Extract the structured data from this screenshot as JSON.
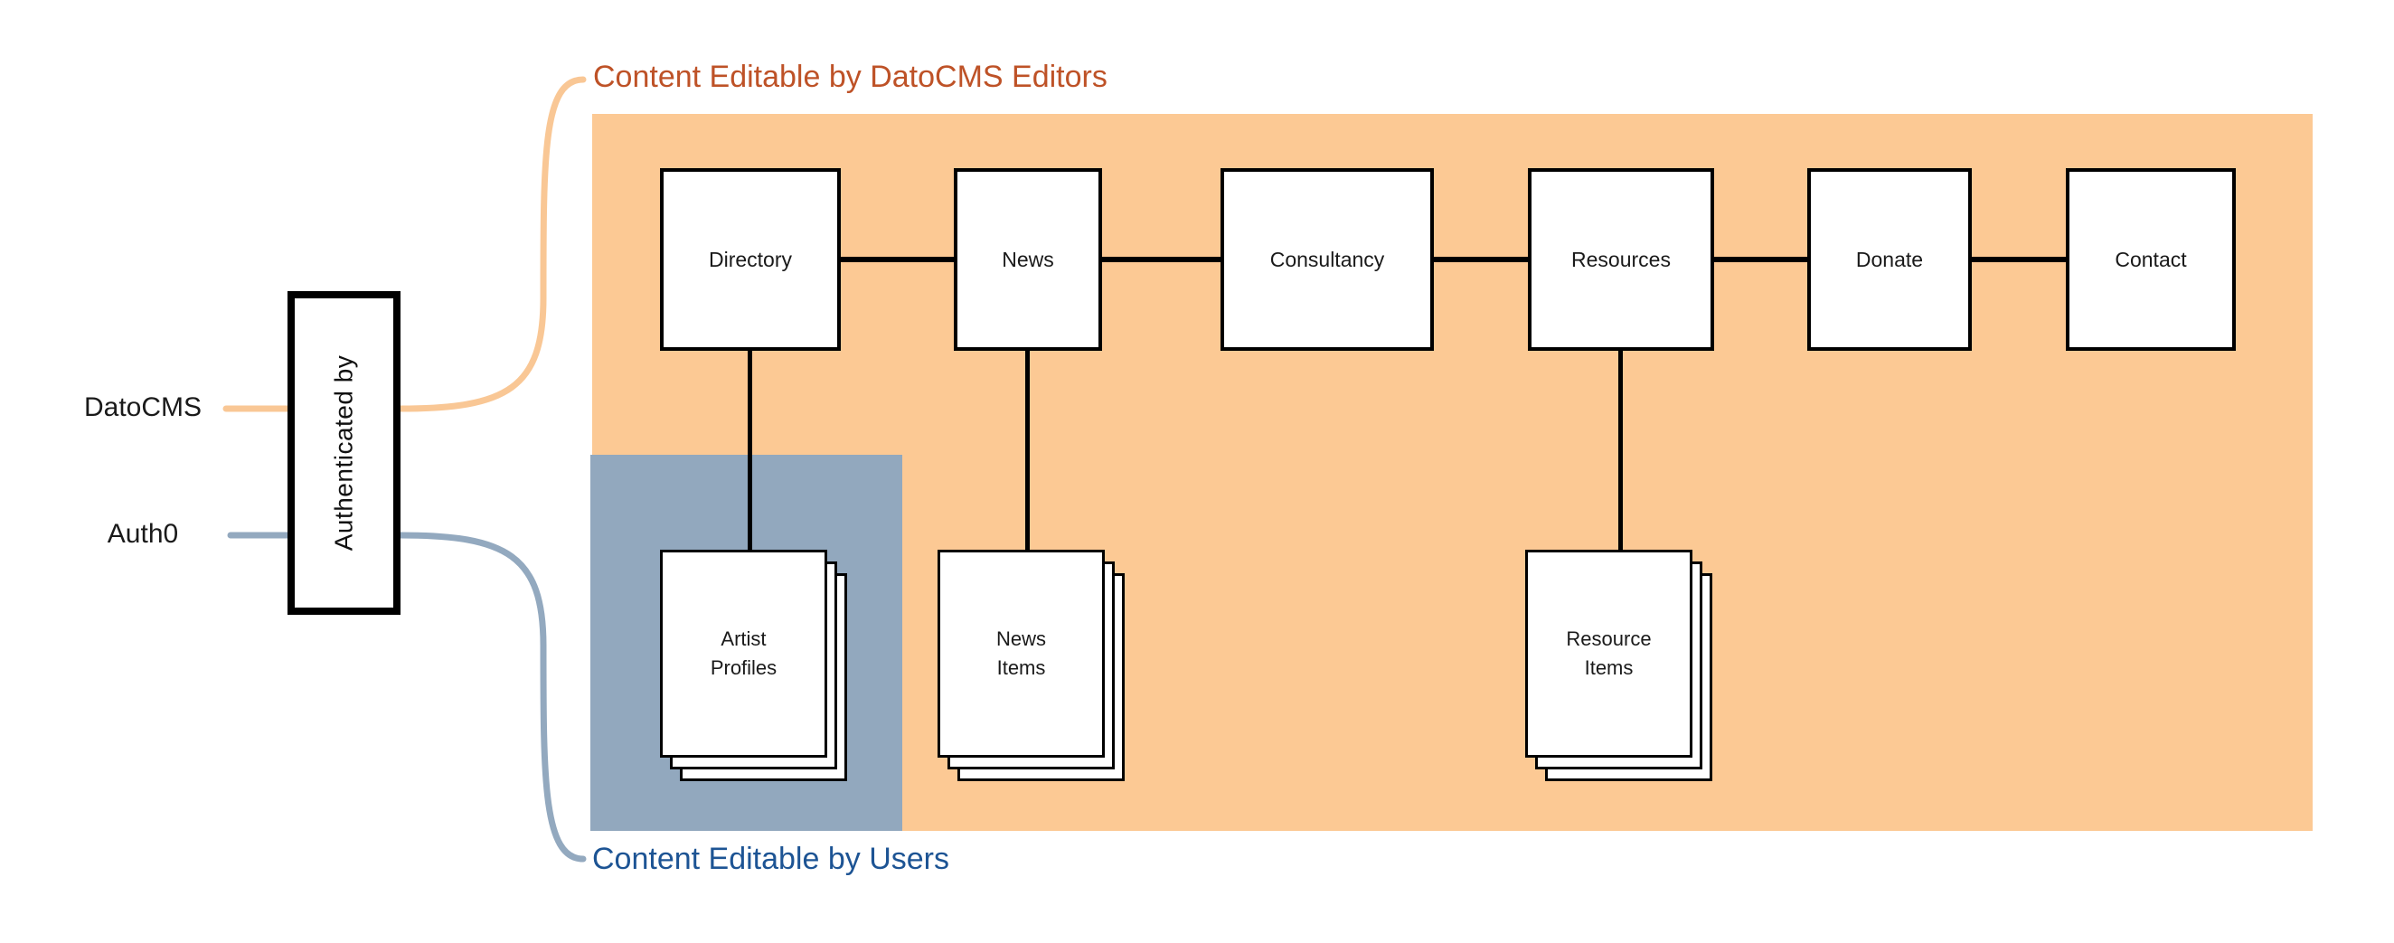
{
  "labels": {
    "editors_region_title": "Content Editable by DatoCMS Editors",
    "users_region_title": "Content Editable by Users",
    "auth_box": "Authenticated by",
    "datocms": "DatoCMS",
    "auth0": "Auth0"
  },
  "pages": [
    {
      "label": "Directory"
    },
    {
      "label": "News"
    },
    {
      "label": "Consultancy"
    },
    {
      "label": "Resources"
    },
    {
      "label": "Donate"
    },
    {
      "label": "Contact"
    }
  ],
  "collections": [
    {
      "label": "Artist\nProfiles"
    },
    {
      "label": "News\nItems"
    },
    {
      "label": "Resource\nItems"
    }
  ],
  "colors": {
    "editors_region_fill": "#FCC994",
    "users_region_fill": "#92A8BE",
    "editors_title_text": "#BE5227",
    "users_title_text": "#1D5494",
    "datocms_curve": "#F9C795",
    "auth0_curve": "#93A9BF",
    "connector": "#000000"
  }
}
